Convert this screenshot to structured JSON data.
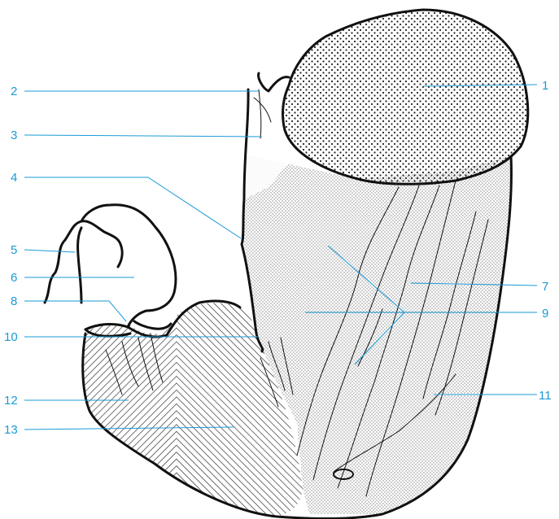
{
  "colors": {
    "label": "#1a9ad6",
    "ink": "#111111",
    "background": "#ffffff"
  },
  "labels": [
    {
      "id": "1",
      "text": "1"
    },
    {
      "id": "2",
      "text": "2"
    },
    {
      "id": "3",
      "text": "3"
    },
    {
      "id": "4",
      "text": "4"
    },
    {
      "id": "5",
      "text": "5"
    },
    {
      "id": "6",
      "text": "6"
    },
    {
      "id": "7",
      "text": "7"
    },
    {
      "id": "8",
      "text": "8"
    },
    {
      "id": "9",
      "text": "9"
    },
    {
      "id": "10",
      "text": "10"
    },
    {
      "id": "11",
      "text": "11"
    },
    {
      "id": "12",
      "text": "12"
    },
    {
      "id": "13",
      "text": "13"
    }
  ]
}
